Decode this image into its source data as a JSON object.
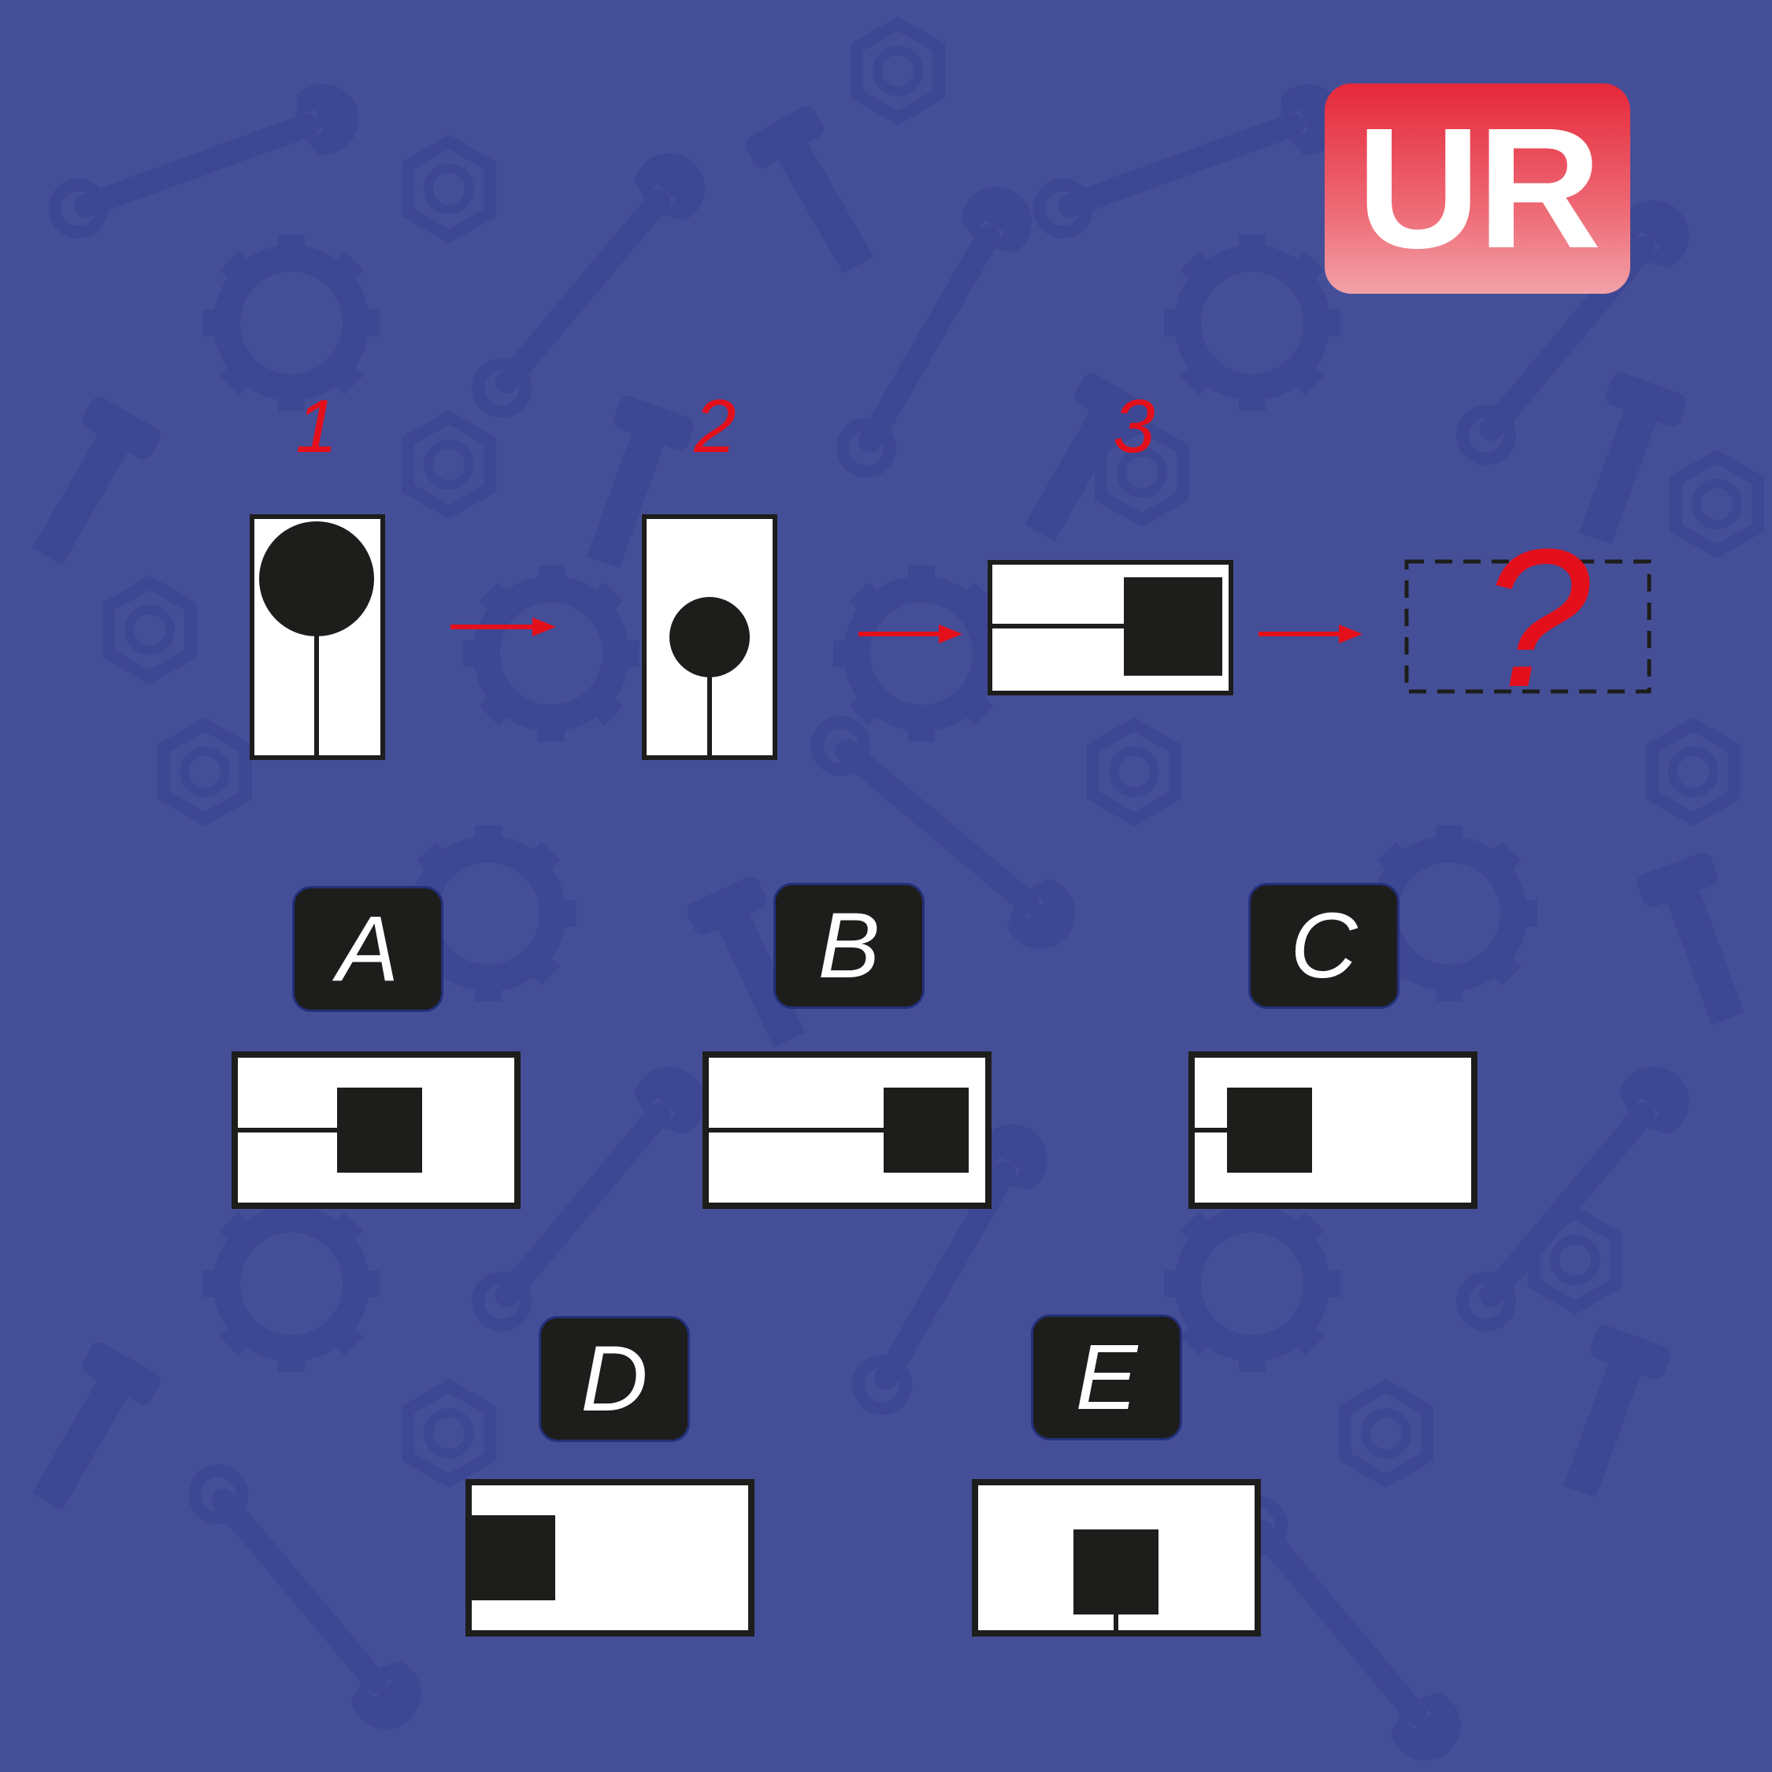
{
  "logo": {
    "text": "UR"
  },
  "sequence": {
    "steps": [
      {
        "number": "1"
      },
      {
        "number": "2"
      },
      {
        "number": "3"
      }
    ],
    "unknown": "?"
  },
  "options": [
    {
      "letter": "A"
    },
    {
      "letter": "B"
    },
    {
      "letter": "C"
    },
    {
      "letter": "D"
    },
    {
      "letter": "E"
    }
  ],
  "colors": {
    "background": "#454f98",
    "pattern": "#3a4390",
    "accent_red": "#e30f1b",
    "ink": "#1d1d1b",
    "panel": "#ffffff"
  }
}
